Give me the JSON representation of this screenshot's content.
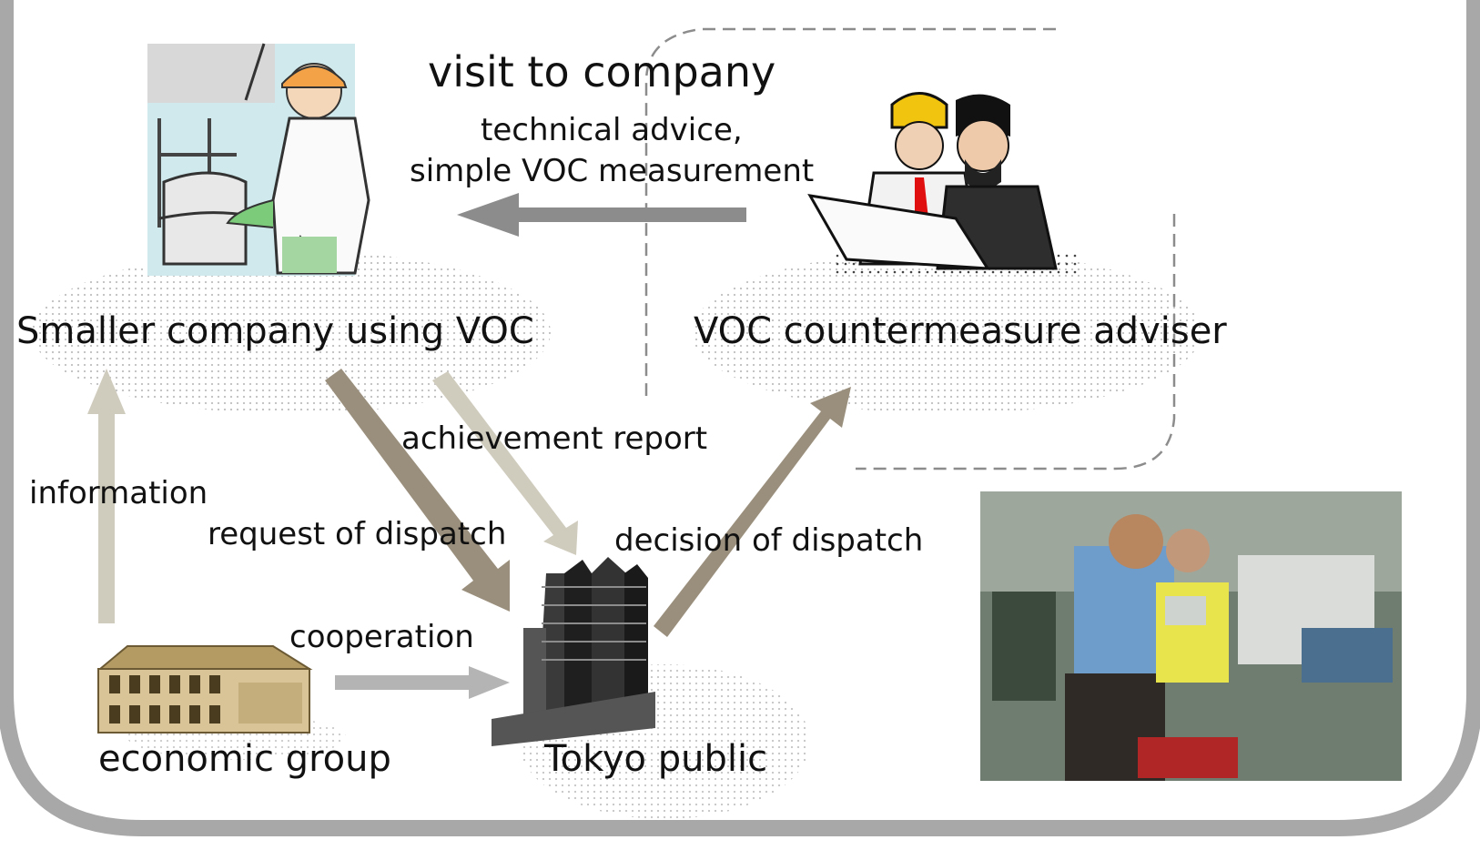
{
  "title": "visit to company",
  "subtitle_line1": "technical advice,",
  "subtitle_line2": "simple VOC measurement",
  "nodes": {
    "smaller_company": "Smaller company using VOC",
    "adviser": "VOC countermeasure adviser",
    "economic_group": "economic group",
    "tokyo_public": "Tokyo public"
  },
  "edges": {
    "achievement_report": "achievement report",
    "information": "information",
    "request_of_dispatch": "request of dispatch",
    "decision_of_dispatch": "decision of dispatch",
    "cooperation": "cooperation"
  },
  "colors": {
    "frame": "#a8a8a8",
    "arrow_dark": "#9a8f7c",
    "arrow_light": "#cfcbbd",
    "arrow_gray": "#8c8c8c",
    "dots": "#9a9a9a"
  }
}
